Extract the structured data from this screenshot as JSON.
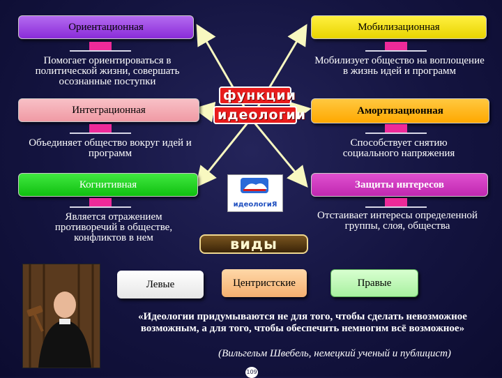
{
  "functions": [
    {
      "title": "Ориентационная",
      "desc": "Помогает ориентироваться в политической жизни, совершать осознанные поступки"
    },
    {
      "title": "Мобилизационная",
      "desc": "Мобилизует общество на воплощение в жизнь идей и программ"
    },
    {
      "title": "Интеграционная",
      "desc": "Объединяет общество вокруг идей и программ"
    },
    {
      "title": "Амортизационная",
      "desc": "Способствует снятию социального напряжения"
    },
    {
      "title": "Когнитивная",
      "desc": "Является отражением противоречий в обществе, конфликтов в нем"
    },
    {
      "title": "Защиты интересов",
      "desc": "Отстаивает интересы определенной группы, слоя, общества"
    }
  ],
  "center_title": {
    "line1": "функции",
    "line2": "идеологии"
  },
  "logo_text": "идеологиЯ",
  "kinds_title": "виды",
  "kinds": [
    "Левые",
    "Центристские",
    "Правые"
  ],
  "quote": {
    "text": "«Идеологии придумываются не для того, чтобы сделать невозможное возможным, а для того, чтобы обеспечить немногим всё возможное»",
    "author": "(Вильгельм Швебель, немецкий ученый и публицист)"
  },
  "page_number": "109",
  "colors": {
    "purple": "#9a3fe0",
    "yellow": "#f5e200",
    "pink": "#f4a8b0",
    "orange": "#ffb200",
    "green": "#1fd21f",
    "magenta": "#d434c2",
    "accent_stem": "#ee2a99"
  }
}
